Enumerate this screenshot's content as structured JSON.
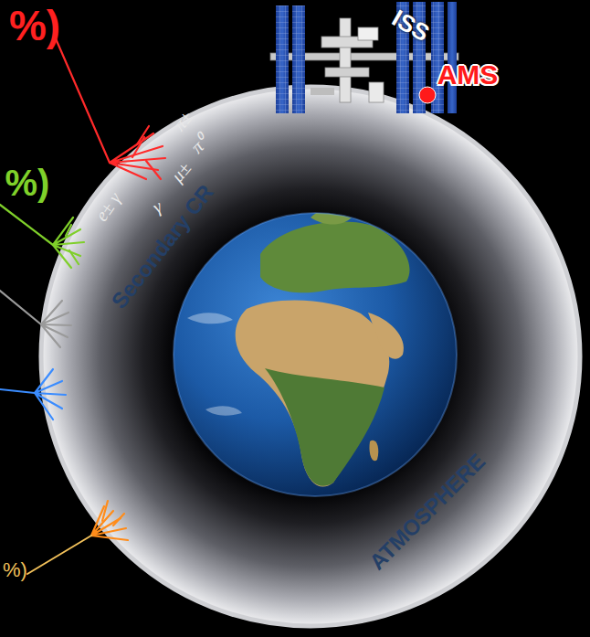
{
  "diagram": {
    "nodes": [
      {
        "text": [
          "Secondary CR",
          "ATMOSPHERE"
        ]
      }
    ],
    "labels": [
      "%)",
      "%)",
      "%)",
      "ISS",
      "AMS",
      "π±",
      "π⁰",
      "μ±",
      "e± γ",
      "γ"
    ]
  }
}
